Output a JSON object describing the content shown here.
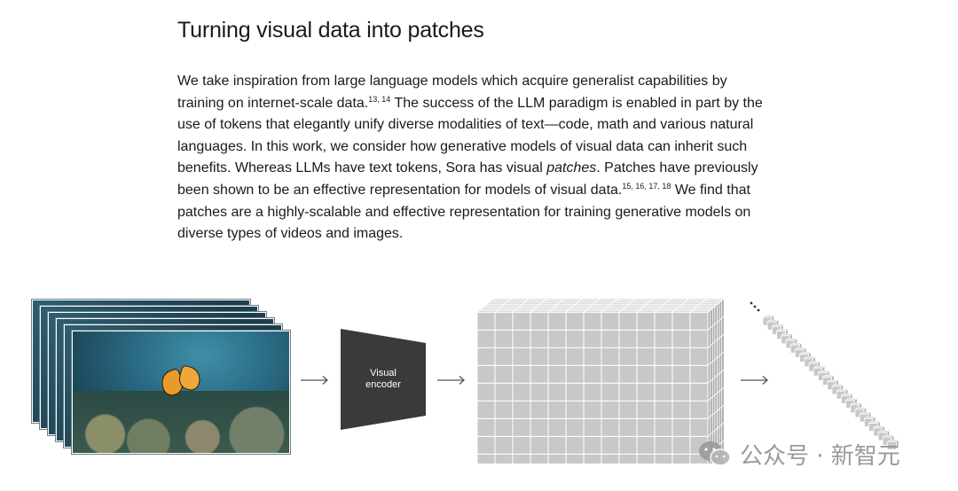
{
  "section": {
    "title": "Turning visual data into patches"
  },
  "paragraph": {
    "p1": "We take inspiration from large language models which acquire generalist capabilities by training on internet-scale data.",
    "ref1": "13, 14",
    "p2": " The success of the LLM paradigm is enabled in part by the use of tokens that elegantly unify diverse modalities of text—code, math and various natural languages. In this work, we consider how generative models of visual data can inherit such benefits. Whereas LLMs have text tokens, Sora has visual ",
    "emph": "patches",
    "p3": ". Patches have previously been shown to be an effective representation for models of visual data.",
    "ref2": "15, 16, 17, 18",
    "p4": " We find that patches are a highly-scalable and effective representation for training generative models on diverse types of videos and images."
  },
  "figure": {
    "encoder_label": "Visual\nencoder",
    "frame_count": 6,
    "colors": {
      "encoder": "#3a3a3a",
      "cube_top": "#d9d9d9",
      "cube_front": "#c8c8c8",
      "cube_side": "#a9a9a9",
      "arrow": "#555555"
    }
  },
  "watermark": {
    "text": "公众号 · 新智元",
    "icon": "wechat-icon"
  }
}
